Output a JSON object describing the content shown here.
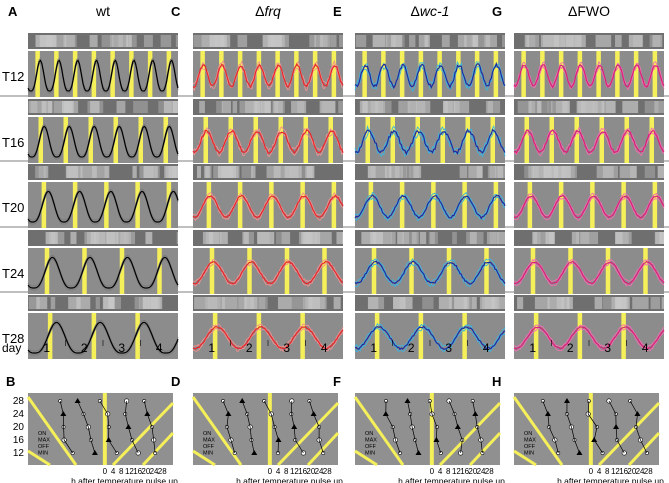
{
  "figure": {
    "panels_top": [
      {
        "letter": "A",
        "title": "wt",
        "title_italic": false,
        "prefix": "",
        "trace": "#000000",
        "band": "#7a7a7a",
        "noisy": 0.0
      },
      {
        "letter": "C",
        "title": "frq",
        "title_italic": true,
        "prefix": "Δ",
        "trace": "#e8262a",
        "band": "#f09090",
        "noisy": 0.6
      },
      {
        "letter": "E",
        "title": "wc-1",
        "title_italic": true,
        "prefix": "Δ",
        "trace": "#1f2a9e",
        "band": "#3cb4e0",
        "noisy": 0.8
      },
      {
        "letter": "G",
        "title": "FWO",
        "title_italic": false,
        "prefix": "Δ",
        "trace": "#d8207a",
        "band": "#f070b0",
        "noisy": 0.5
      }
    ],
    "row_labels": [
      "T12",
      "T16",
      "T20",
      "T24",
      "T28"
    ],
    "day_label": "day",
    "day_ticks": [
      "1",
      "2",
      "3",
      "4"
    ],
    "panels_bottom": [
      {
        "letter": "B"
      },
      {
        "letter": "D"
      },
      {
        "letter": "F"
      },
      {
        "letter": "H"
      }
    ],
    "phase_y_ticks": [
      "28",
      "24",
      "20",
      "16",
      "12"
    ],
    "phase_x_ticks": [
      "0",
      "4",
      "8",
      "12",
      "16",
      "20",
      "24",
      "28"
    ],
    "phase_xlabel": "h after temperature pulse up",
    "phase_legend": [
      "ON",
      "MAX",
      "OFF",
      "MIN"
    ],
    "colors": {
      "panel_gray": "#8c8c8c",
      "pulse": "#f5ef5a",
      "phase_bg": "#909090"
    }
  }
}
